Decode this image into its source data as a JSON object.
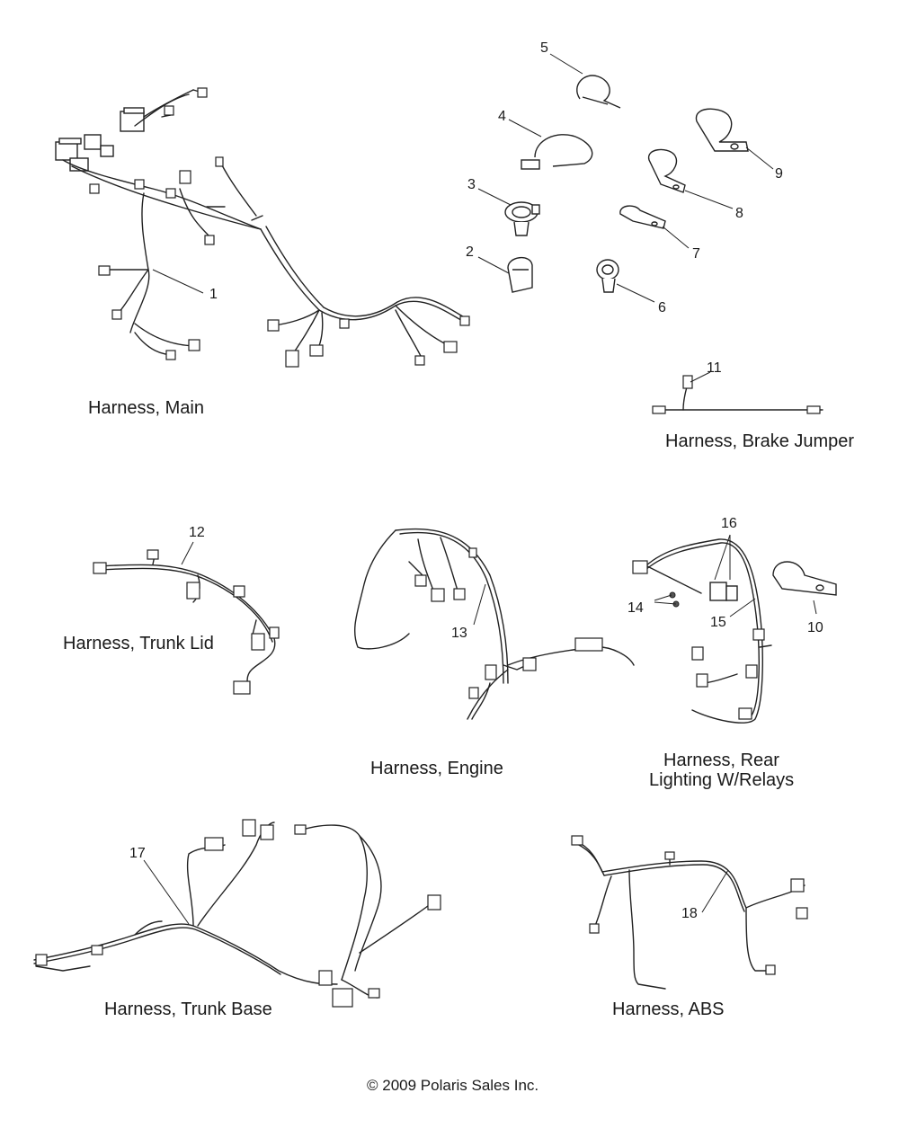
{
  "callouts": {
    "c1": "1",
    "c2": "2",
    "c3": "3",
    "c4": "4",
    "c5": "5",
    "c6": "6",
    "c7": "7",
    "c8": "8",
    "c9": "9",
    "c10": "10",
    "c11": "11",
    "c12": "12",
    "c13": "13",
    "c14": "14",
    "c15": "15",
    "c16": "16",
    "c17": "17",
    "c18": "18"
  },
  "labels": {
    "main": "Harness, Main",
    "brake_jumper": "Harness, Brake Jumper",
    "trunk_lid": "Harness, Trunk Lid",
    "engine": "Harness, Engine",
    "rear_line1": "Harness, Rear",
    "rear_line2": "Lighting W/Relays",
    "trunk_base": "Harness, Trunk Base",
    "abs": "Harness, ABS"
  },
  "footer": {
    "copyright": "© 2009 Polaris Sales Inc."
  }
}
